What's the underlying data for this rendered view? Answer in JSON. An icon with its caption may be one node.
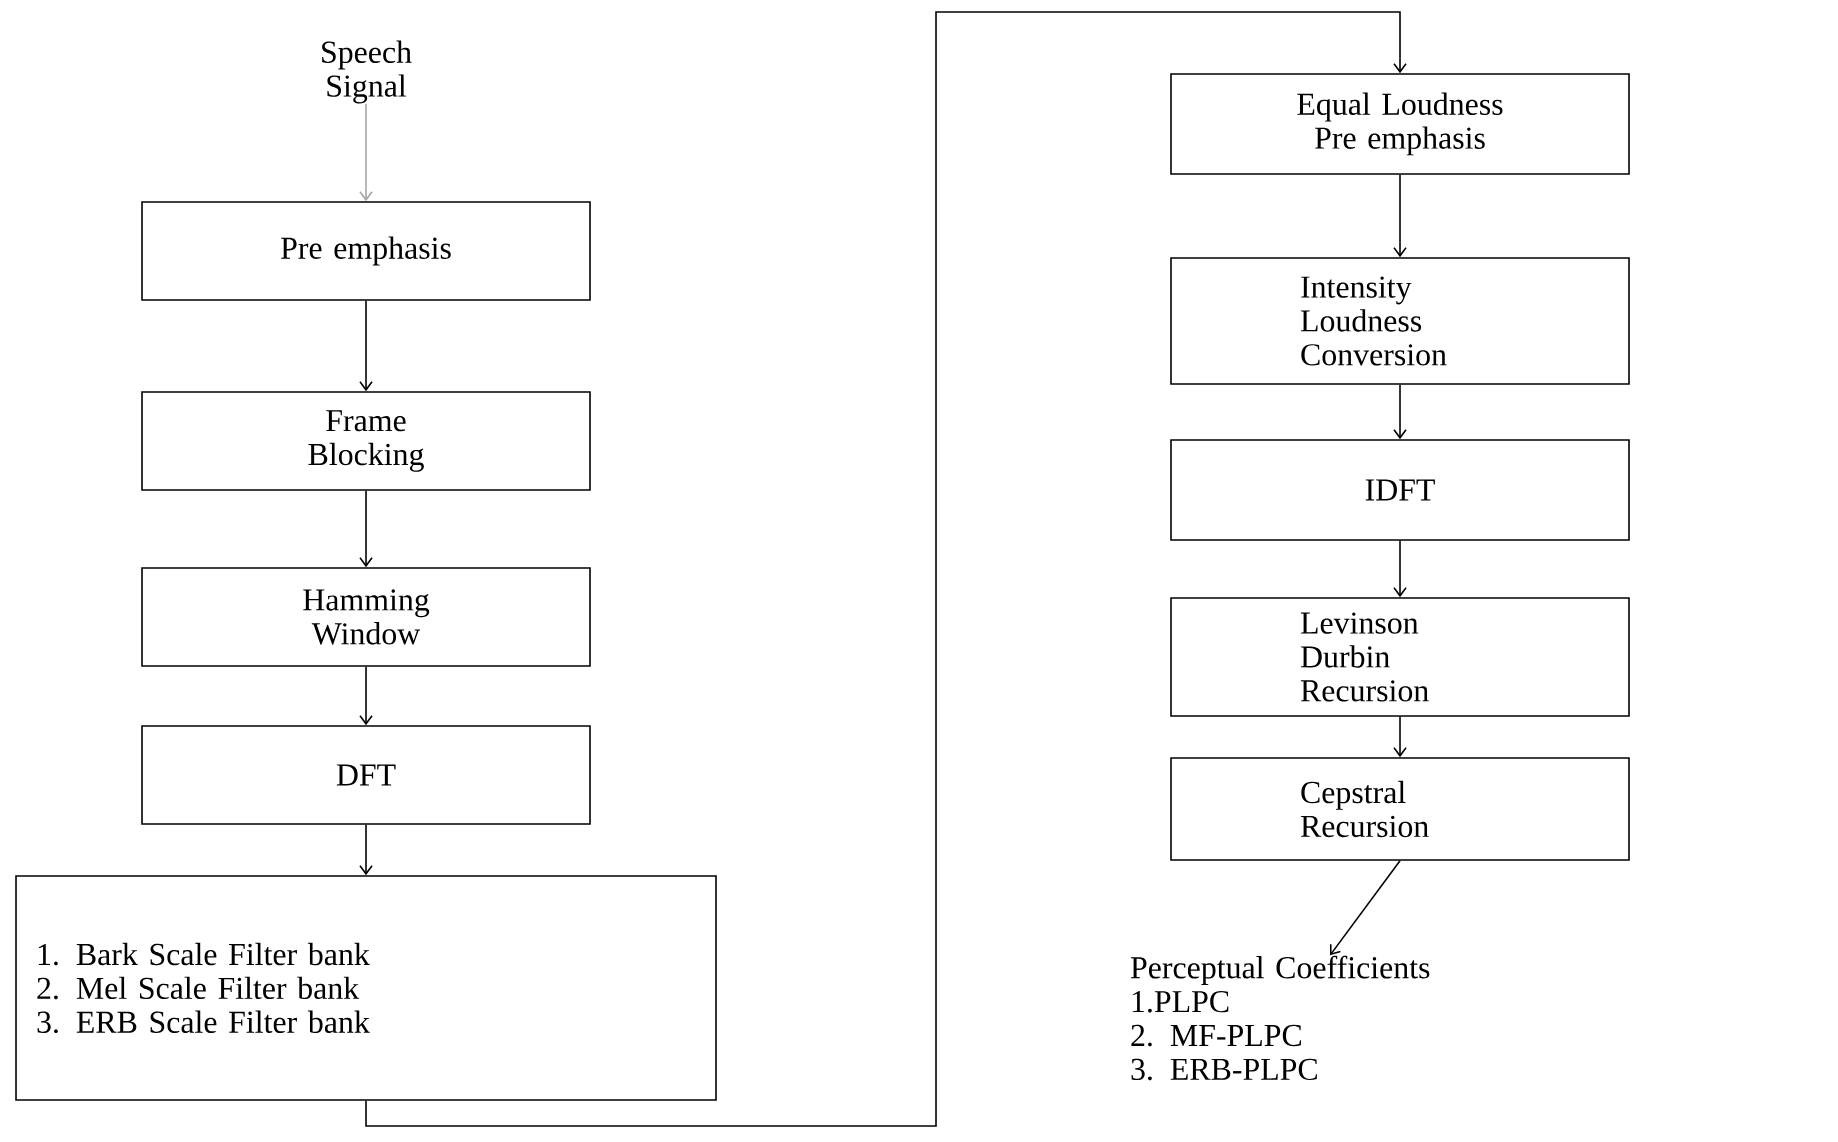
{
  "diagram": {
    "nodes": [
      {
        "text": [
          "Speech Signal"
        ]
      },
      {
        "text": [
          "Pre emphasis"
        ]
      },
      {
        "text": [
          "Frame Blocking"
        ]
      },
      {
        "text": [
          "Hamming Window"
        ]
      },
      {
        "text": [
          "DFT"
        ]
      },
      {
        "text": [
          "1. Bark Scale Filter bank",
          "2. Mel Scale Filter bank",
          "3. ERB Scale Filter bank"
        ]
      },
      {
        "text": [
          "Equal Loudness Pre emphasis"
        ]
      },
      {
        "text": [
          "Intensity Loudness Conversion"
        ]
      },
      {
        "text": [
          "IDFT"
        ]
      },
      {
        "text": [
          "Levinson Durbin Recursion"
        ]
      },
      {
        "text": [
          "Cepstral Recursion"
        ]
      },
      {
        "text": [
          "Perceptual Coefficients",
          "1.PLPC",
          "2. MF-PLPC",
          "3. ERB-PLPC"
        ]
      }
    ],
    "edges": [
      {
        "from": 0,
        "to": 1,
        "arrow": "to",
        "color": "#a6a6a6"
      },
      {
        "from": 1,
        "to": 2,
        "arrow": "to"
      },
      {
        "from": 2,
        "to": 3,
        "arrow": "to"
      },
      {
        "from": 3,
        "to": 4,
        "arrow": "to"
      },
      {
        "from": 4,
        "to": 5,
        "arrow": "to"
      },
      {
        "from": 5,
        "to": 6,
        "arrow": "to"
      },
      {
        "from": 6,
        "to": 7,
        "arrow": "to"
      },
      {
        "from": 7,
        "to": 8,
        "arrow": "to"
      },
      {
        "from": 8,
        "to": 9,
        "arrow": "to"
      },
      {
        "from": 9,
        "to": 10,
        "arrow": "to"
      },
      {
        "from": 10,
        "to": 11,
        "arrow": "to"
      }
    ]
  }
}
